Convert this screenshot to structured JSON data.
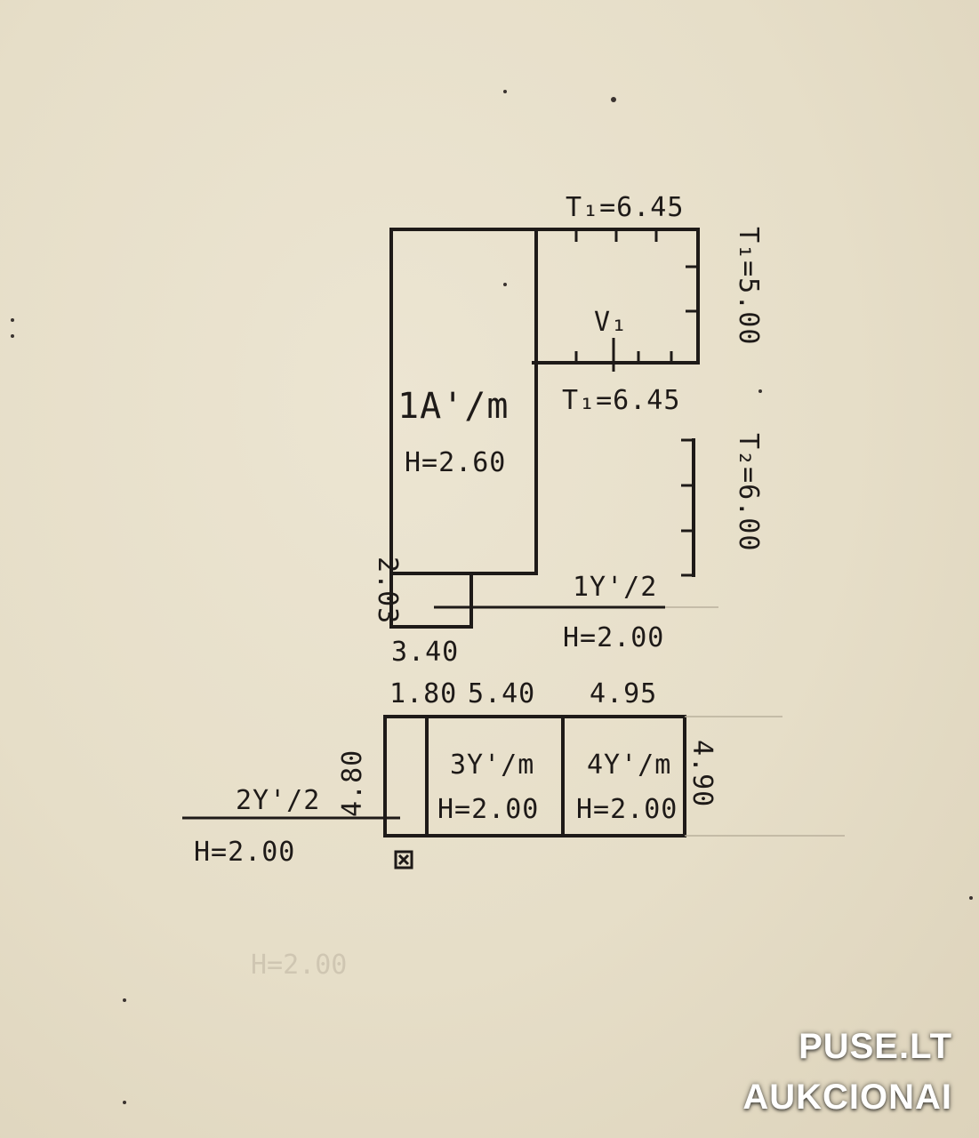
{
  "plan": {
    "rooms": {
      "room_1a": {
        "code": "1A'/m",
        "height": "H=2.60"
      },
      "room_1y": {
        "code": "1Y'/2",
        "height": "H=2.00"
      },
      "room_2y": {
        "code": "2Y'/2",
        "height": "H=2.00"
      },
      "room_3y": {
        "code": "3Y'/m",
        "height": "H=2.00"
      },
      "room_4y": {
        "code": "4Y'/m",
        "height": "H=2.00"
      }
    },
    "dimensions": {
      "t1_top": "T₁=6.45",
      "t1_mid": "T₁=6.45",
      "t1_right": "T₁=5.00",
      "t2_right": "T₂=6.00",
      "left_203": "2.03",
      "bottom_340": "3.40",
      "seg_180": "1.80",
      "seg_540": "5.40",
      "seg_495": "4.95",
      "left_480": "4.80",
      "right_490": "4.90"
    },
    "marker": "V₁",
    "faint_text": "H=2.00"
  },
  "watermark": {
    "line1": "PUSE.LT",
    "line2": "AUKCIONAI"
  }
}
